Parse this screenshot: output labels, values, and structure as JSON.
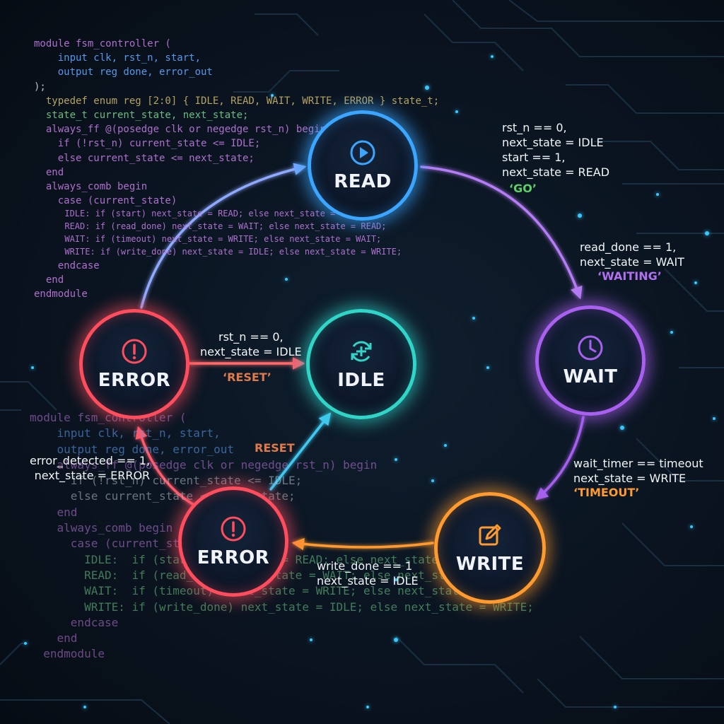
{
  "colors": {
    "read": "#3ba6ff",
    "wait": "#a960f0",
    "write": "#ff9a2e",
    "idle": "#2fd6c8",
    "error": "#ff4d5e",
    "go_tag": "#5fd068",
    "waiting_tag": "#b070f0",
    "timeout_tag": "#ff9a2e",
    "reset_tag": "#e07a4a"
  },
  "code_top": [
    "module fsm_controller (",
    "    input clk, rst_n, start,",
    "    output reg done, error_out",
    ");",
    "",
    "  typedef enum reg [2:0] { IDLE, READ, WAIT, WRITE, ERROR } state_t;",
    "  state_t current_state, next_state;",
    "",
    "  always_ff @(posedge clk or negedge rst_n) begin",
    "    if (!rst_n) current_state <= IDLE;",
    "    else current_state <= next_state;",
    "  end",
    "",
    "  always_comb begin",
    "    case (current_state)",
    "      IDLE: if (start) next_state = READ; else next_state = IDLE;",
    "      READ: if (read_done) next_state = WAIT; else next_state = READ;",
    "      WAIT: if (timeout) next_state = WRITE; else next_state = WAIT;",
    "      WRITE: if (write_done) next_state = IDLE; else next_state = WRITE;",
    "    endcase",
    "  end",
    "endmodule"
  ],
  "code_bottom": [
    "module fsm_controller (",
    "    input clk, rst_n, start,",
    "    output reg done, error_out",
    "",
    "",
    "    always_ff @(posedge clk or negedge rst_n) begin",
    "      if (!rst_n) current_state <= IDLE;",
    "      else current_state <= next_state;",
    "    end",
    "",
    "    always_comb begin",
    "      case (current_state)",
    "        IDLE:  if (start) next_state = READ; else next_state = IDLE;",
    "        READ:  if (read_done) next_state = WAIT; else next_state = READ;",
    "        WAIT:  if (timeout)  next_state = WRITE; else next_state = WAIT;",
    "        WRITE: if (write_done) next_state = IDLE; else next_state = WRITE;",
    "      endcase",
    "    end",
    "  endmodule"
  ],
  "states": {
    "read": {
      "label": "READ",
      "icon": "play-icon"
    },
    "wait": {
      "label": "WAIT",
      "icon": "clock-icon"
    },
    "write": {
      "label": "WRITE",
      "icon": "edit-icon"
    },
    "idle": {
      "label": "IDLE",
      "icon": "refresh-plus-icon"
    },
    "error_left": {
      "label": "ERROR",
      "icon": "alert-icon"
    },
    "error_bottom": {
      "label": "ERROR",
      "icon": "alert-icon"
    }
  },
  "transitions": {
    "read_top": {
      "text": "rst_n == 0,\nnext_state = IDLE\nstart == 1,\nnext_state = READ",
      "tag": "‘GO’"
    },
    "read_to_wait": {
      "text": "read_done == 1,\nnext_state = WAIT",
      "tag": "‘WAITING’"
    },
    "wait_to_write": {
      "text": "wait_timer == timeout\nnext_state = WRITE",
      "tag": "‘TIMEOUT’"
    },
    "write_to_error": {
      "text": "write_done == 1\nnext_state = IDLE"
    },
    "error_to_idle": {
      "text": "rst_n == 0,\nnext_state = IDLE",
      "tag": "‘RESET’"
    },
    "error_bottom_to_idle": {
      "tag": "RESET"
    },
    "error_detected": {
      "text": "error_detected == 1,\nnext_state = ERROR"
    }
  }
}
